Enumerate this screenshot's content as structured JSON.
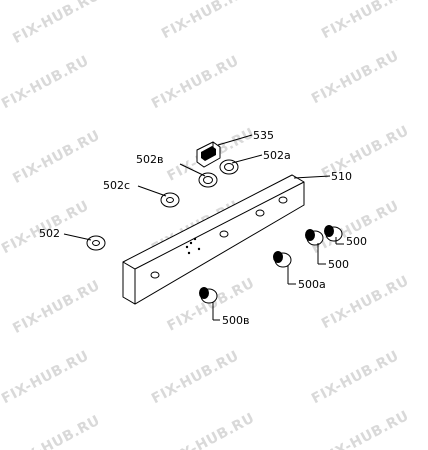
{
  "watermark": "FIX-HUB.RU",
  "labels": {
    "p535": "535",
    "p502b": "502в",
    "p502a": "502а",
    "p502c": "502с",
    "p510": "510",
    "p502": "502",
    "p500_1": "500",
    "p500_2": "500",
    "p500a": "500а",
    "p500b": "500в"
  }
}
